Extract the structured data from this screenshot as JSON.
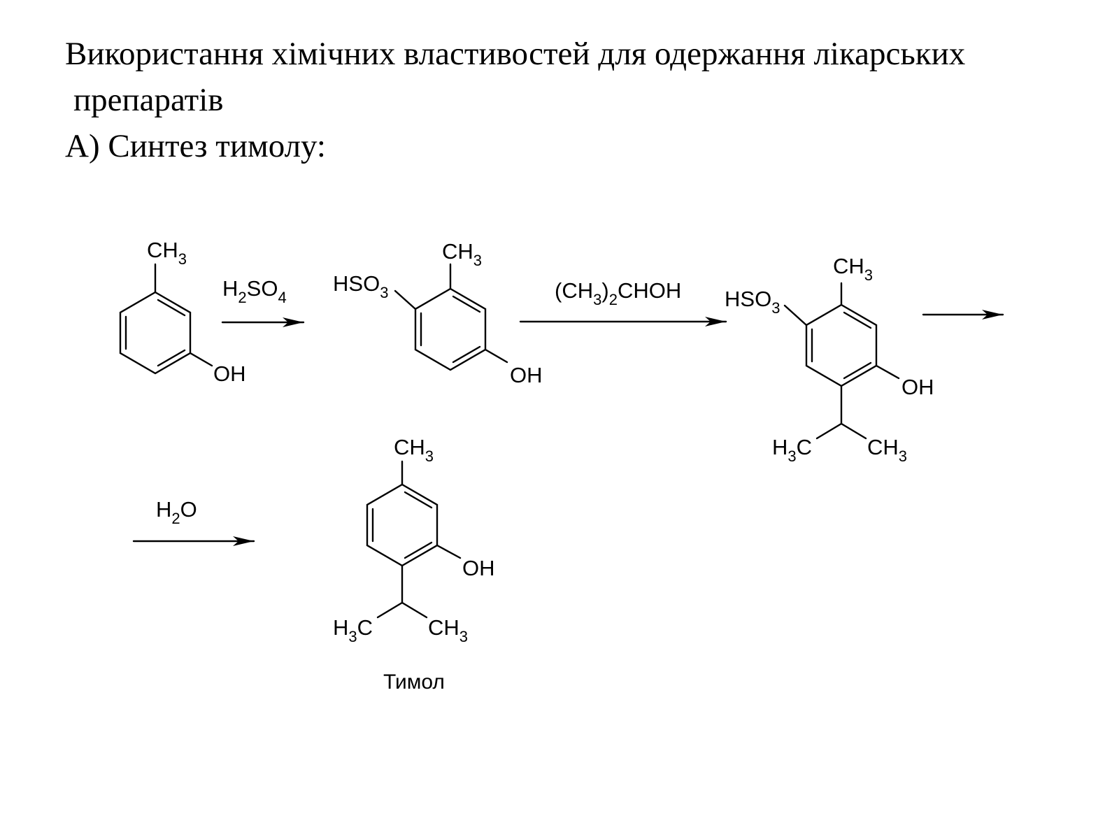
{
  "slide": {
    "title_line1": "Використання хімічних властивостей для одержання лікарських",
    "title_line2": "препаратів",
    "subtitle": "А) Синтез тимолу:"
  },
  "molecules": {
    "m_cresol": {
      "ch3": "CH",
      "ch3_sub": "3",
      "oh": "OH"
    },
    "sulfonic_acid": {
      "hso3": "HSO",
      "hso3_sub": "3",
      "ch3": "CH",
      "ch3_sub": "3",
      "oh": "OH"
    },
    "isopropyl_sulfonic_acid": {
      "hso3": "HSO",
      "hso3_sub": "3",
      "ch3": "CH",
      "ch3_sub": "3",
      "oh": "OH",
      "h3c_h": "H",
      "h3c_sub": "3",
      "h3c_c": "C",
      "ch3b": "CH",
      "ch3b_sub": "3"
    },
    "thymol": {
      "ch3": "CH",
      "ch3_sub": "3",
      "oh": "OH",
      "h3c_h": "H",
      "h3c_sub": "3",
      "h3c_c": "C",
      "ch3b": "CH",
      "ch3b_sub": "3",
      "name": "Тимол"
    }
  },
  "reagents": {
    "step1": {
      "a": "H",
      "a_sub": "2",
      "b": "SO",
      "b_sub": "4"
    },
    "step2": {
      "a": "(CH",
      "a_sub": "3",
      "b": ")",
      "b_sub": "2",
      "c": "CHOH"
    },
    "step3": {
      "a": "H",
      "a_sub": "2",
      "b": "O"
    }
  }
}
